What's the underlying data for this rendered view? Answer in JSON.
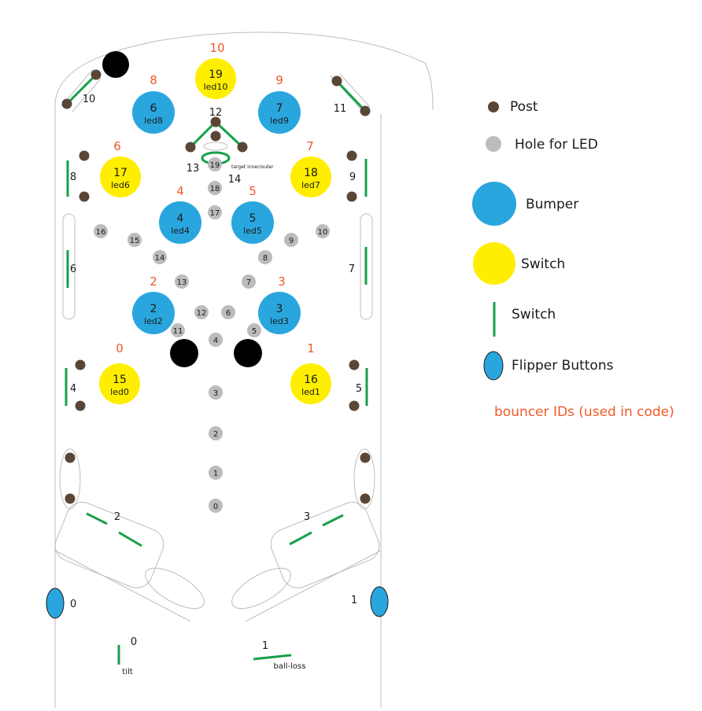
{
  "colors": {
    "post": "#5a4636",
    "led_hole": "#bcbcbc",
    "bumper": "#2aa6de",
    "switch_round": "#ffee00",
    "switch_line": "#17a04a",
    "flipper_button": "#2aa6de",
    "bouncer_id": "#f05a28",
    "outline": "#bdbdbd",
    "hole": "#000000",
    "text": "#1a1a1a"
  },
  "legend": {
    "post": "Post",
    "led_hole": "Hole for LED",
    "bumper": "Bumper",
    "switch_round": "Switch",
    "switch_line": "Switch",
    "flipper_buttons": "Flipper Buttons",
    "bouncer_ids": "bouncer IDs (used in code)"
  },
  "bumpers": [
    {
      "num": "6",
      "led": "led8",
      "id": "8"
    },
    {
      "num": "7",
      "led": "led9",
      "id": "9"
    },
    {
      "num": "4",
      "led": "led4",
      "id": "4"
    },
    {
      "num": "5",
      "led": "led5",
      "id": "5"
    },
    {
      "num": "2",
      "led": "led2",
      "id": "2"
    },
    {
      "num": "3",
      "led": "led3",
      "id": "3"
    }
  ],
  "round_switches": [
    {
      "num": "19",
      "led": "led10",
      "id": "10"
    },
    {
      "num": "17",
      "led": "led6",
      "id": "6"
    },
    {
      "num": "18",
      "led": "led7",
      "id": "7"
    },
    {
      "num": "15",
      "led": "led0",
      "id": "0"
    },
    {
      "num": "16",
      "led": "led1",
      "id": "1"
    }
  ],
  "led_holes": [
    "19",
    "18",
    "17",
    "16",
    "15",
    "14",
    "13",
    "12",
    "11",
    "10",
    "9",
    "8",
    "7",
    "6",
    "5",
    "4",
    "3",
    "2",
    "1",
    "0"
  ],
  "line_switch_labels": [
    "10",
    "11",
    "12",
    "13",
    "14",
    "8",
    "9",
    "6",
    "7",
    "4",
    "5",
    "2",
    "3",
    "0",
    "1"
  ],
  "target_label": "target inner/outer",
  "flipper_buttons": [
    "0",
    "1"
  ],
  "tilt": {
    "num": "0",
    "label": "tilt"
  },
  "ball_loss": {
    "num": "1",
    "label": "ball-loss"
  }
}
